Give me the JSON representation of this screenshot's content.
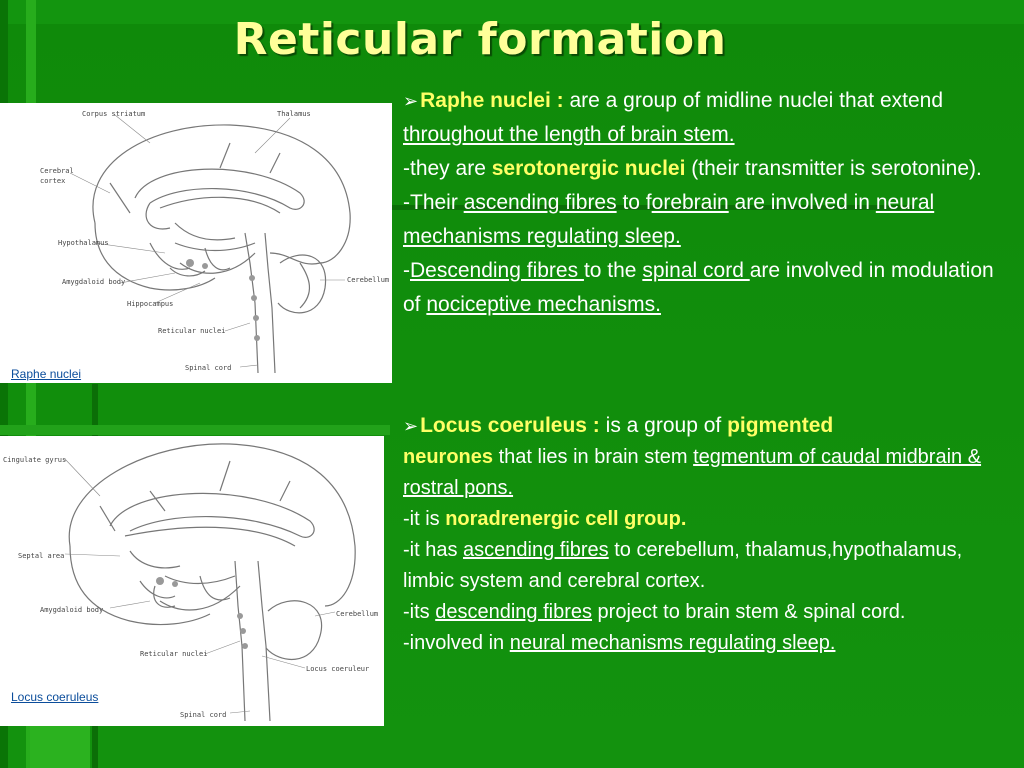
{
  "title": "Reticular formation",
  "figure1": {
    "caption": "Raphe nuclei",
    "labels": {
      "corpus_striatum": "Corpus striatum",
      "thalamus": "Thalamus",
      "cerebral_cortex_1": "Cerebral",
      "cerebral_cortex_2": "cortex",
      "hypothalamus": "Hypothalamus",
      "amygdaloid": "Amygdaloid body",
      "cerebellum": "Cerebellum",
      "hippocampus": "Hippocampus",
      "reticular": "Reticular nuclei",
      "spinal": "Spinal cord"
    }
  },
  "figure2": {
    "caption": "Locus coeruleus",
    "labels": {
      "cingulate": "Cingulate gyrus",
      "septal": "Septal area",
      "amygdaloid": "Amygdaloid body",
      "cerebellum": "Cerebellum",
      "reticular": "Reticular nuclei",
      "locus": "Locus coeruleur",
      "spinal": "Spinal cord"
    }
  },
  "raphe": {
    "bullet": "➢",
    "heading": "Raphe nuclei :",
    "l1a": " are a group of midline nuclei that extend ",
    "l1u": "throughout the length of brain stem.",
    "l2a": "-they are ",
    "l2y": "serotonergic nuclei",
    "l2b": " (their transmitter is serotonine).",
    "l3a": "-Their ",
    "l3u1": "ascending fibres",
    "l3b": " to f",
    "l3u2": "orebrain",
    "l3c": " are involved in ",
    "l3u3": "neural mechanisms regulating sleep.",
    "l4a": "-",
    "l4u1": "Descending fibres ",
    "l4b": "to the ",
    "l4u2": "spinal cord ",
    "l4c": "are involved in modulation of ",
    "l4u3": "nociceptive mechanisms."
  },
  "locus": {
    "bullet": "➢",
    "heading": "Locus coeruleus :",
    "l1a": " is a group of ",
    "l1y1": "pigmented",
    "l1y2": "neurones",
    "l1b": " that lies in brain stem ",
    "l1u": "tegmentum of caudal midbrain & rostral pons.",
    "l2a": "-it is ",
    "l2y": "noradrenergic cell group.",
    "l3a": "-it has ",
    "l3u": "ascending fibres",
    "l3b": " to cerebellum, thalamus,hypothalamus, limbic system and cerebral cortex.",
    "l4a": "-its ",
    "l4u": "descending fibres",
    "l4b": " project to brain stem & spinal cord.",
    "l5a": "-involved in ",
    "l5u": "neural mechanisms regulating sleep."
  }
}
